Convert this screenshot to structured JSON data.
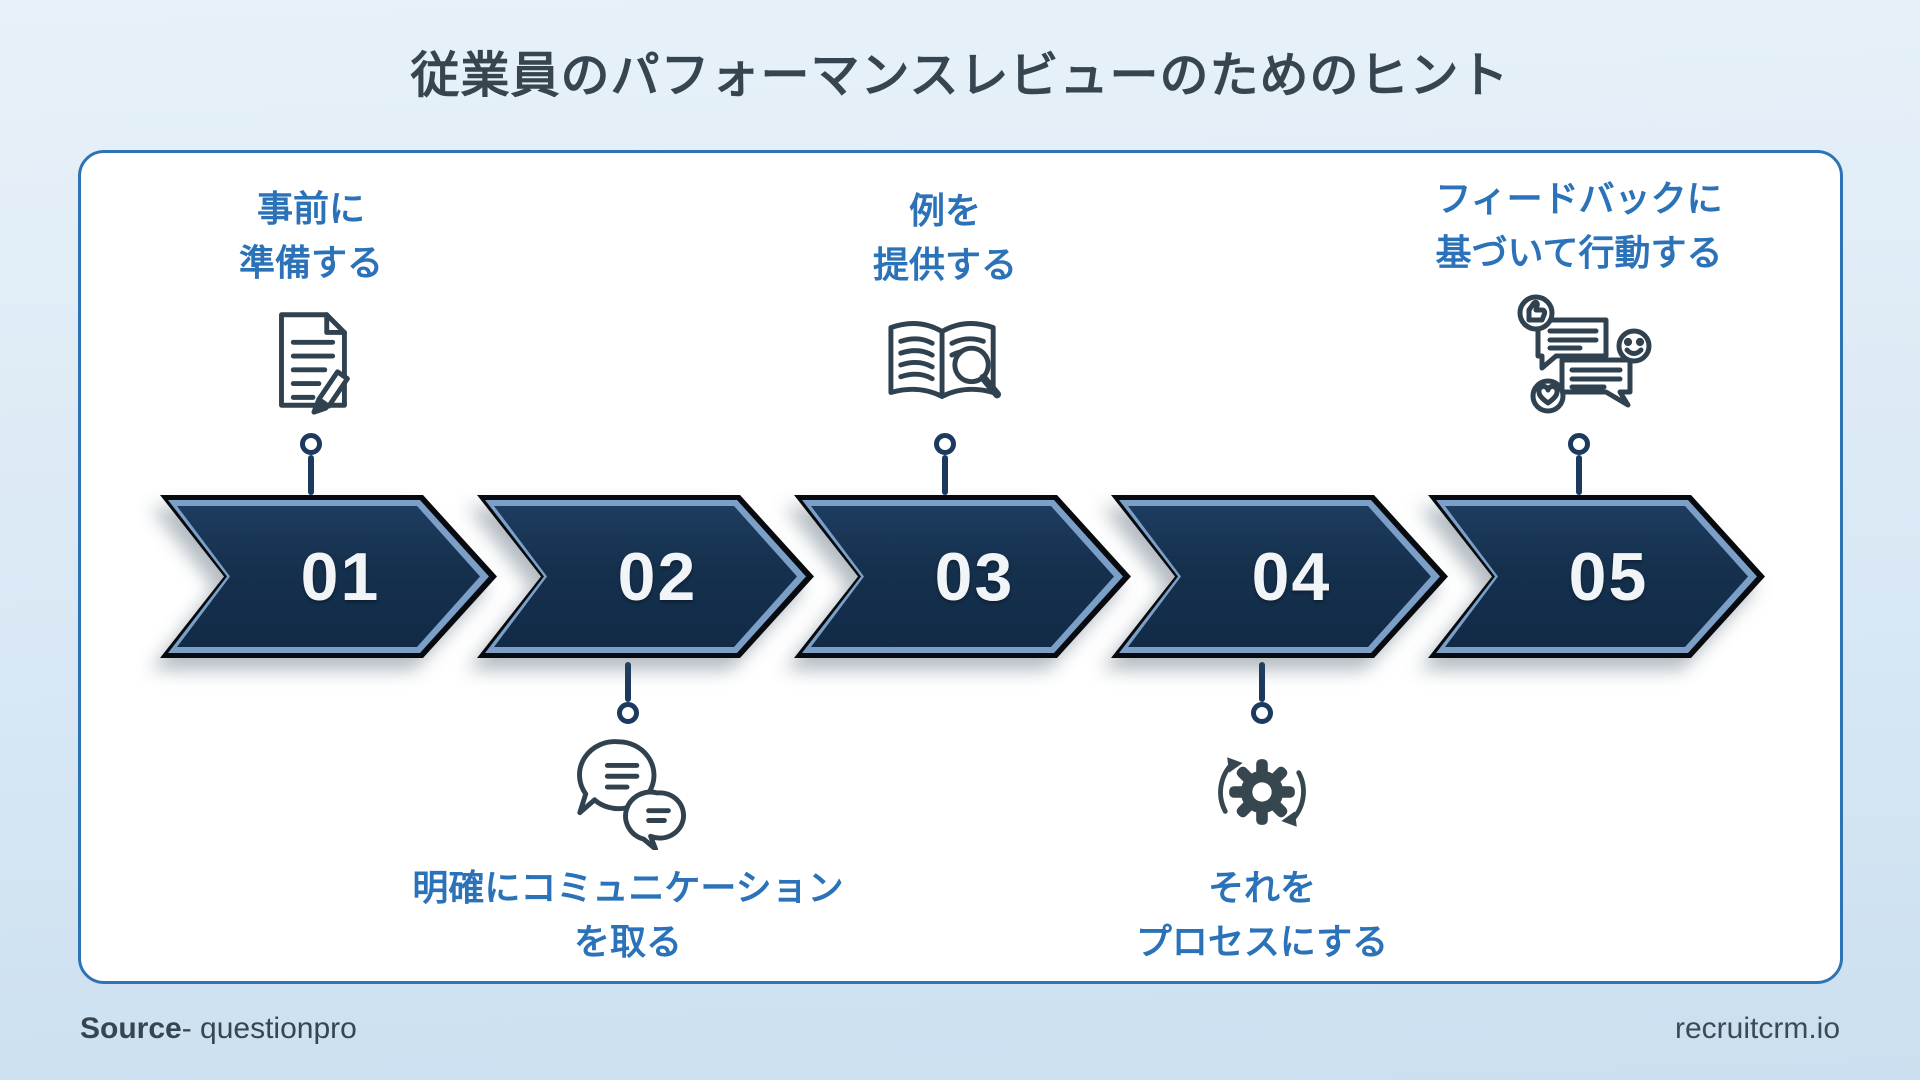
{
  "title": "従業員のパフォーマンスレビューのためのヒント",
  "steps": [
    {
      "number": "01",
      "label_line1": "事前に",
      "label_line2": "準備する",
      "icon": "document-pencil-icon",
      "label_position": "top"
    },
    {
      "number": "02",
      "label_line1": "明確にコミュニケーション",
      "label_line2": "を取る",
      "icon": "chat-bubbles-icon",
      "label_position": "bottom"
    },
    {
      "number": "03",
      "label_line1": "例を",
      "label_line2": "提供する",
      "icon": "book-magnifier-icon",
      "label_position": "top"
    },
    {
      "number": "04",
      "label_line1": "それを",
      "label_line2": "プロセスにする",
      "icon": "gear-sync-icon",
      "label_position": "bottom"
    },
    {
      "number": "05",
      "label_line1": "フィードバックに",
      "label_line2": "基づいて行動する",
      "icon": "feedback-bubbles-icon",
      "label_position": "top"
    }
  ],
  "footer": {
    "source_label": "Source",
    "source_rest": "- questionpro",
    "brand": "recruitcrm.io"
  },
  "colors": {
    "accent_blue": "#2b72b8",
    "chevron_navy": "#15304d",
    "chevron_bevel": "#7b9fc7",
    "chevron_outline": "#070b10",
    "title_text": "#36454f",
    "card_border": "#2e74b5",
    "icon_stroke": "#30424f",
    "connector_navy": "#1c3a5e",
    "background_top": "#e7f1f9",
    "background_bottom": "#cbdff0",
    "number_text": "#f2f5f8"
  }
}
